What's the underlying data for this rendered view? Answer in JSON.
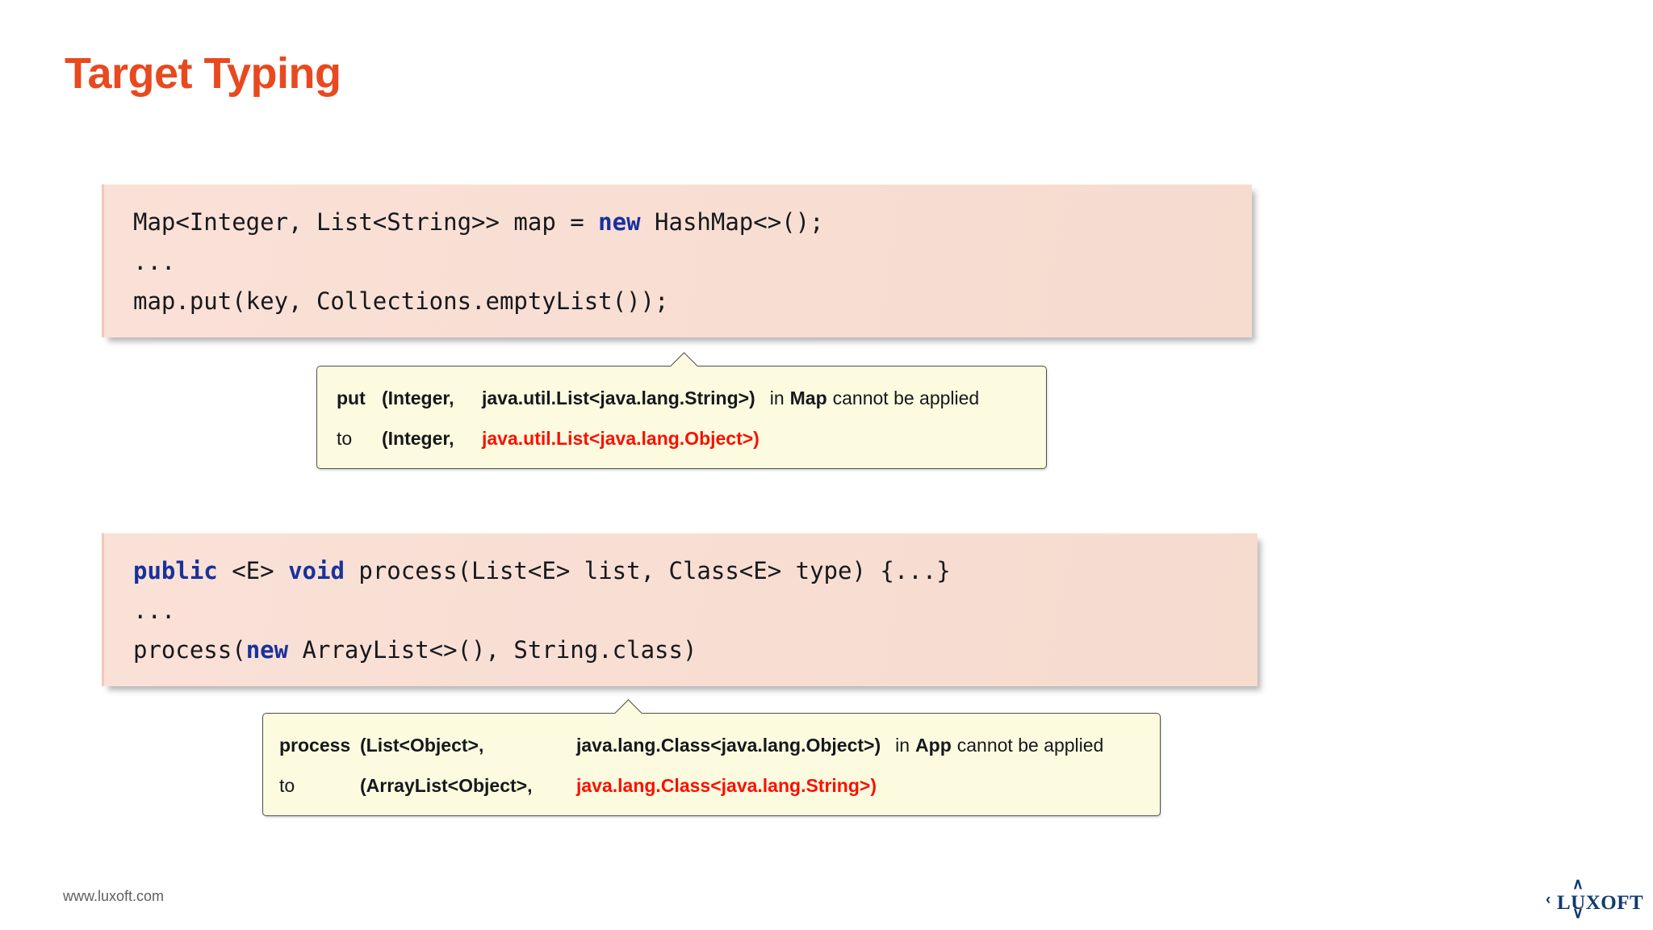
{
  "slide": {
    "title": "Target Typing",
    "accent_color": "#e8491f",
    "background": "#ffffff"
  },
  "code_blocks": [
    {
      "name": "map-put-example",
      "background": "#f8ded3",
      "keyword_color": "#19319b",
      "lines": [
        {
          "segments": [
            {
              "text": "Map<Integer, List<String>> map = ",
              "style": "plain"
            },
            {
              "text": "new",
              "style": "keyword"
            },
            {
              "text": " HashMap<>();",
              "style": "plain"
            }
          ]
        },
        {
          "segments": [
            {
              "text": "...",
              "style": "plain"
            }
          ]
        },
        {
          "segments": [
            {
              "text": "map.put(key, Collections.emptyList());",
              "style": "plain"
            }
          ]
        }
      ]
    },
    {
      "name": "process-generic-example",
      "background": "#f8ded3",
      "keyword_color": "#19319b",
      "lines": [
        {
          "segments": [
            {
              "text": "public",
              "style": "keyword"
            },
            {
              "text": " <E> ",
              "style": "plain"
            },
            {
              "text": "void",
              "style": "keyword"
            },
            {
              "text": " process(List<E> list, Class<E> type) {...}",
              "style": "plain"
            }
          ]
        },
        {
          "segments": [
            {
              "text": "...",
              "style": "plain"
            }
          ]
        },
        {
          "segments": [
            {
              "text": "process(",
              "style": "plain"
            },
            {
              "text": "new",
              "style": "keyword"
            },
            {
              "text": " ArrayList<>(), String.class)",
              "style": "plain"
            }
          ]
        }
      ]
    }
  ],
  "callouts": [
    {
      "name": "put-error-callout",
      "background": "#fdfbdf",
      "border_color": "#4f4f46",
      "error_color": "#fa1000",
      "line1": {
        "method": "put",
        "params": "(Integer,",
        "type": "java.util.List<java.lang.String>)",
        "in_word": "in",
        "owner": "Map",
        "tail": "cannot be applied"
      },
      "line2": {
        "to_word": "to",
        "params": "(Integer,",
        "type_error": "java.util.List<java.lang.Object>)"
      }
    },
    {
      "name": "process-error-callout",
      "background": "#fdfbdf",
      "border_color": "#4f4f46",
      "error_color": "#fa1000",
      "line1": {
        "method": "process",
        "params": "(List<Object>,",
        "type": "java.lang.Class<java.lang.Object>)",
        "in_word": "in",
        "owner": "App",
        "tail": "cannot be applied"
      },
      "line2": {
        "to_word": "to",
        "params": "(ArrayList<Object>,",
        "type_error": "java.lang.Class<java.lang.String>)"
      }
    }
  ],
  "footer": {
    "url": "www.luxoft.com",
    "logo_text_lux": "LUX",
    "logo_text_oft": "OFT",
    "logo_color": "#123a6d",
    "chevron_up": "∧",
    "chevron_down": "∨",
    "chevron_left": "‹"
  }
}
